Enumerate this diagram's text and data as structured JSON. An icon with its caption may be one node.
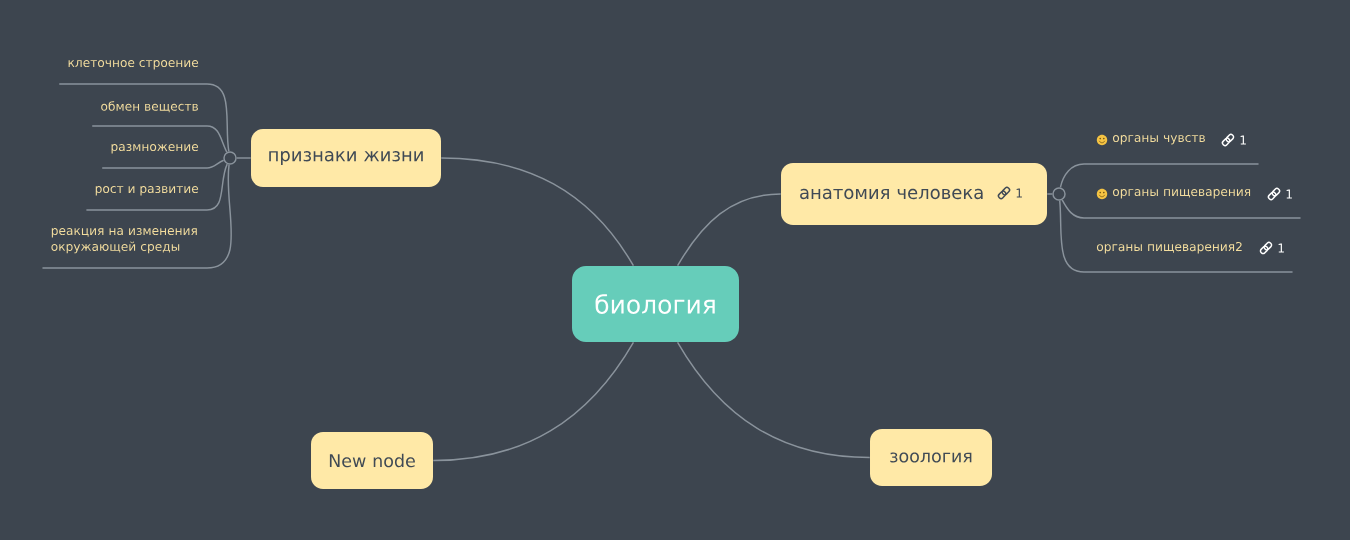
{
  "diagram": {
    "nodes": [
      {
        "text": [
          "биология"
        ]
      },
      {
        "text": [
          "признаки жизни"
        ]
      },
      {
        "text": [],
        "shape": "circle"
      },
      {
        "text": [
          "клеточное строение"
        ]
      },
      {
        "text": [
          "обмен веществ"
        ]
      },
      {
        "text": [
          "размножение"
        ]
      },
      {
        "text": [
          "рост и развитие"
        ]
      },
      {
        "text": [
          "реакция на изменения окружающей среды"
        ]
      },
      {
        "text": [
          "анатомия человека",
          "1"
        ]
      },
      {
        "text": [],
        "shape": "circle"
      },
      {
        "text": [
          "органы чувств",
          "1"
        ]
      },
      {
        "text": [
          "органы пищеварения",
          "1"
        ]
      },
      {
        "text": [
          "органы пищеварения2",
          "1"
        ]
      },
      {
        "text": [
          "New node"
        ]
      },
      {
        "text": [
          "зоология"
        ]
      }
    ],
    "edges": [
      {
        "from": 0,
        "to": 1,
        "arrow": "none"
      },
      {
        "from": 1,
        "to": 2,
        "arrow": "none"
      },
      {
        "from": 2,
        "to": 3,
        "arrow": "none"
      },
      {
        "from": 2,
        "to": 4,
        "arrow": "none"
      },
      {
        "from": 2,
        "to": 5,
        "arrow": "none"
      },
      {
        "from": 2,
        "to": 6,
        "arrow": "none"
      },
      {
        "from": 2,
        "to": 7,
        "arrow": "none"
      },
      {
        "from": 0,
        "to": 8,
        "arrow": "none"
      },
      {
        "from": 8,
        "to": 9,
        "arrow": "none"
      },
      {
        "from": 9,
        "to": 10,
        "arrow": "none"
      },
      {
        "from": 9,
        "to": 11,
        "arrow": "none"
      },
      {
        "from": 9,
        "to": 12,
        "arrow": "none"
      },
      {
        "from": 0,
        "to": 13,
        "arrow": "none"
      },
      {
        "from": 0,
        "to": 14,
        "arrow": "none"
      }
    ]
  }
}
